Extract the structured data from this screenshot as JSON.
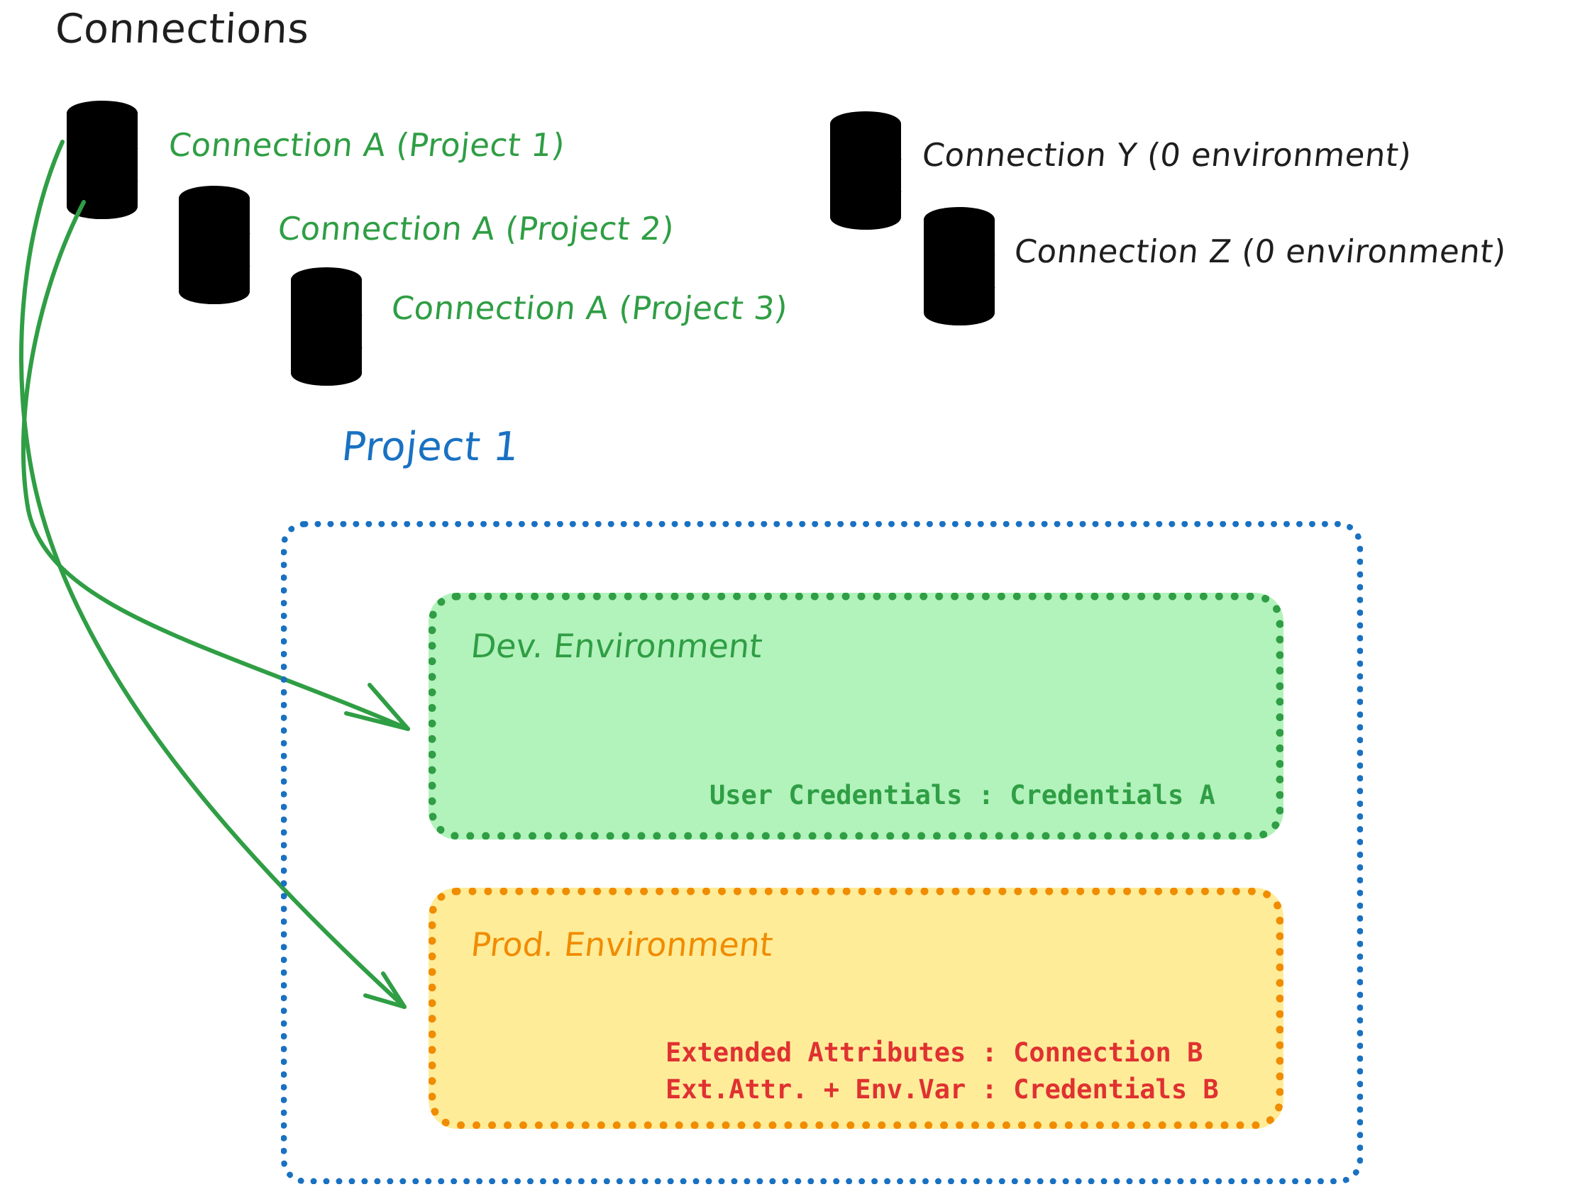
{
  "diagram": {
    "title": "Connections",
    "title_color": "#1e1e1e",
    "background": "#ffffff"
  },
  "connections": {
    "green_color": "#2f9e44",
    "green_fill": "#b2f2bb",
    "grey_color": "#1e1e1e",
    "grey_fill": "#ced4da",
    "items": [
      {
        "label": "Connection A (Project 1)",
        "icon": "database-icon",
        "color": "green"
      },
      {
        "label": "Connection A (Project 2)",
        "icon": "database-icon",
        "color": "green"
      },
      {
        "label": "Connection A (Project 3)",
        "icon": "database-icon",
        "color": "green"
      },
      {
        "label": "Connection Y (0 environment)",
        "icon": "database-icon",
        "color": "grey"
      },
      {
        "label": "Connection Z (0 environment)",
        "icon": "database-icon",
        "color": "grey"
      }
    ]
  },
  "project": {
    "label": "Project 1",
    "label_color": "#1971c2",
    "border_color": "#1971c2",
    "environments": [
      {
        "heading": "Dev. Environment",
        "heading_color": "#2f9e44",
        "border_color": "#2f9e44",
        "fill_color": "#b2f2bb",
        "text_color": "#2f9e44",
        "lines": [
          "User Credentials : Credentials A"
        ]
      },
      {
        "heading": "Prod. Environment",
        "heading_color": "#f08c00",
        "border_color": "#f08c00",
        "fill_color": "#ffec99",
        "text_color": "#e03131",
        "lines": [
          "Extended Attributes : Connection B",
          "Ext.Attr. + Env.Var : Credentials B"
        ]
      }
    ]
  },
  "arrows": {
    "color": "#2f9e44",
    "items": [
      {
        "from": "Connection A (Project 1)",
        "to": "Dev. Environment"
      },
      {
        "from": "Connection A (Project 1)",
        "to": "Prod. Environment"
      }
    ]
  }
}
